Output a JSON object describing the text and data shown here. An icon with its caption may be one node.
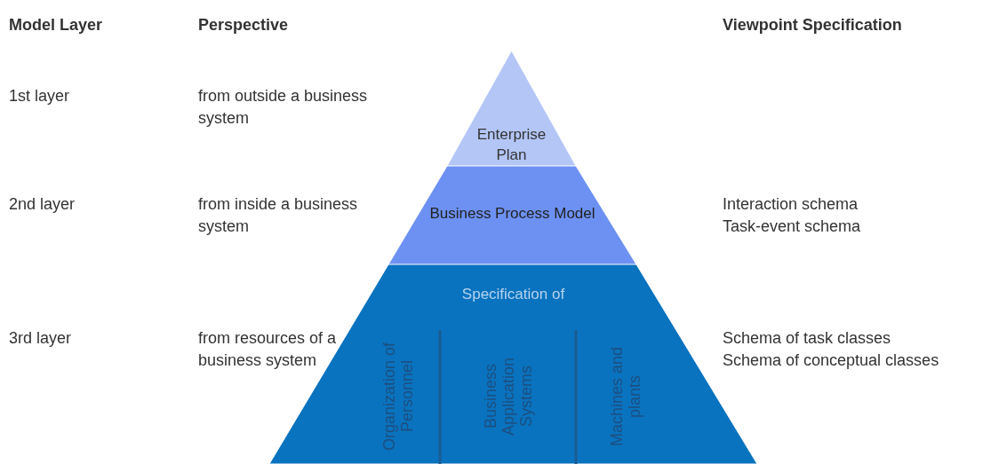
{
  "diagram": {
    "nodes": [
      {
        "text": [
          "Enterprise Plan"
        ]
      },
      {
        "text": [
          "Business Process Model"
        ]
      },
      {
        "text": [
          "Specification of"
        ]
      },
      {
        "text": [
          "Organization of Personnel"
        ],
        "in": 2
      },
      {
        "text": [
          "Business Application Systems"
        ],
        "in": 2
      },
      {
        "text": [
          "Machines and plants"
        ],
        "in": 2
      }
    ],
    "edges": [],
    "labels": [
      "Model Layer",
      "Perspective",
      "Viewpoint Specification",
      "1st layer",
      "from outside a business system",
      "2nd layer",
      "from inside a business system",
      "Interaction schema",
      "Task-event schema",
      "3rd layer",
      "from resources of a business system",
      "Schema of task classes",
      "Schema of conceptual classes"
    ]
  }
}
